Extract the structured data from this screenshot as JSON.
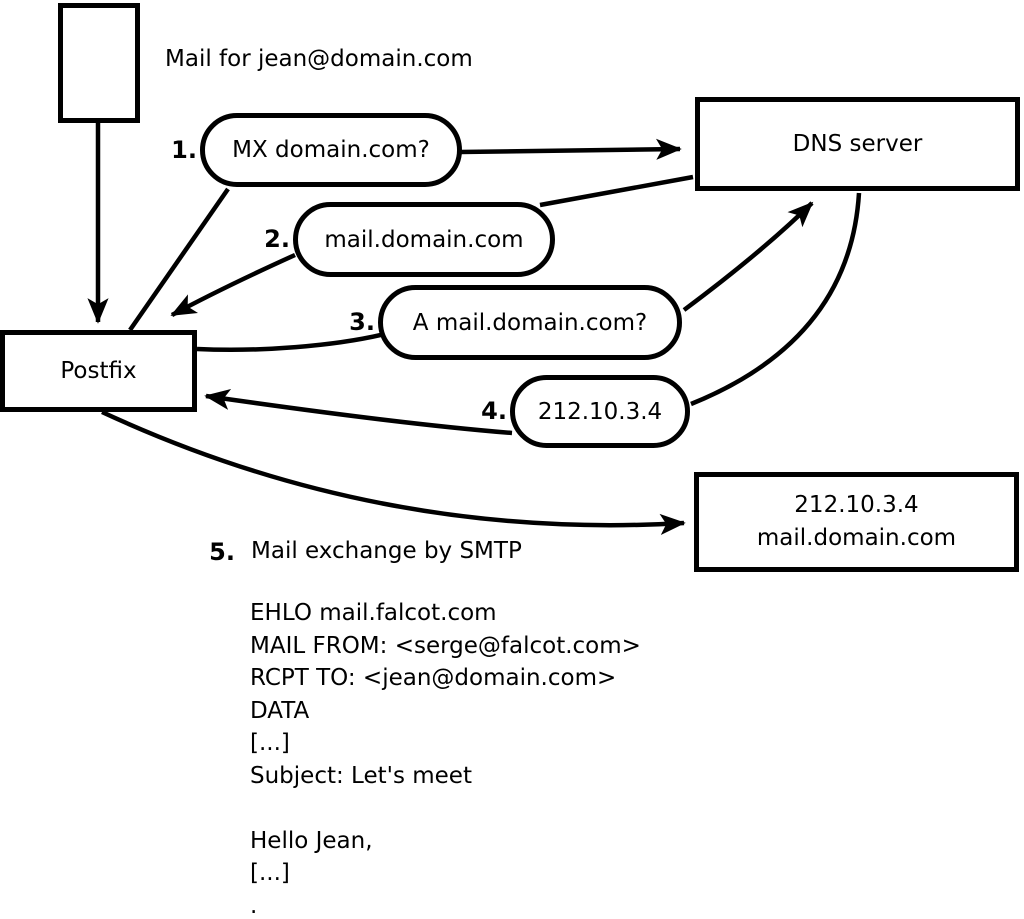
{
  "note": "Mail for jean@domain.com",
  "nodes": {
    "postfix": {
      "label": "Postfix"
    },
    "dns_server": {
      "label": "DNS server"
    },
    "mail_server": {
      "line1": "212.10.3.4",
      "line2": "mail.domain.com"
    }
  },
  "steps": [
    {
      "num": "1.",
      "label": "MX domain.com?"
    },
    {
      "num": "2.",
      "label": "mail.domain.com"
    },
    {
      "num": "3.",
      "label": "A mail.domain.com?"
    },
    {
      "num": "4.",
      "label": "212.10.3.4"
    },
    {
      "num": "5.",
      "label": "Mail exchange by SMTP"
    }
  ],
  "smtp_session": {
    "lines": [
      "EHLO mail.falcot.com",
      "MAIL FROM: <serge@falcot.com>",
      "RCPT TO: <jean@domain.com>",
      "DATA",
      "[...]",
      "Subject: Let's meet",
      "",
      "Hello Jean,",
      "[...]",
      "."
    ]
  },
  "colors": {
    "line": "#000000",
    "background": "#ffffff"
  }
}
